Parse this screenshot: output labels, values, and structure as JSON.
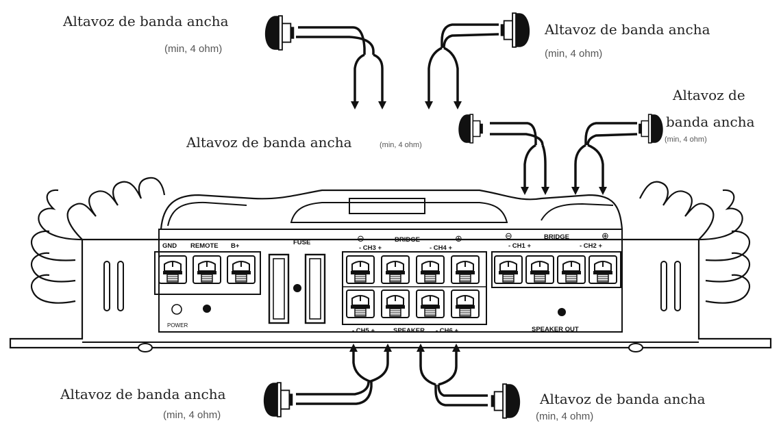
{
  "speakers": [
    {
      "id": "top-left",
      "label": "Altavoz de banda ancha",
      "impedance": "(min, 4 ohm)"
    },
    {
      "id": "top-right",
      "label": "Altavoz de banda ancha",
      "impedance": "(min, 4 ohm)"
    },
    {
      "id": "middle",
      "label": "Altavoz de banda ancha",
      "impedance": "(min, 4 ohm)"
    },
    {
      "id": "right",
      "label_line1": "Altavoz de",
      "label_line2": "banda ancha",
      "impedance": "(min, 4 ohm)"
    },
    {
      "id": "bottom-left",
      "label": "Altavoz de banda ancha",
      "impedance": "(min, 4 ohm)"
    },
    {
      "id": "bottom-right",
      "label": "Altavoz de banda ancha",
      "impedance": "(min, 4 ohm)"
    }
  ],
  "panel": {
    "power_terminals": [
      "GND",
      "REMOTE",
      "B+"
    ],
    "fuse": "FUSE",
    "power_led": "POWER",
    "bridge_label": "BRIDGE",
    "ch3": "- CH3 +",
    "ch4": "- CH4 +",
    "ch1": "- CH1 +",
    "ch2": "- CH2 +",
    "ch5": "- CH5 +",
    "ch6": "- CH6 +",
    "speaker": "SPEAKER",
    "speaker_out": "SPEAKER OUT",
    "minus_symbol": "⊖",
    "plus_symbol": "⊕"
  }
}
